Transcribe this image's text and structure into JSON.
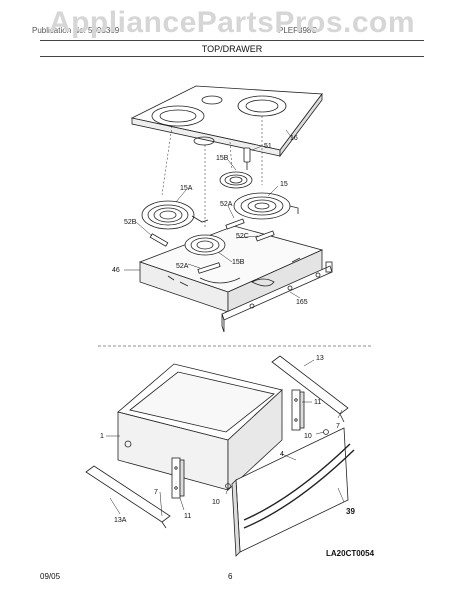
{
  "header": {
    "watermark": "AppliancePartsPros.com",
    "line_left": "Publication No. 5995369",
    "line_right": "PLEF398C",
    "section_title": "TOP/DRAWER"
  },
  "callouts": {
    "c16": "16",
    "c51": "51",
    "c15B_top": "15B",
    "c15A": "15A",
    "c15": "15",
    "c52A_top": "52A",
    "c52B": "52B",
    "c52C": "52C",
    "c15B_bottom": "15B",
    "c52A_bottom": "52A",
    "c46": "46",
    "c165": "165",
    "c13": "13",
    "c1": "1",
    "c11_right": "11",
    "c7_right": "7",
    "c10_right": "10",
    "c4": "4",
    "c7_left": "7",
    "c11_left": "11",
    "c10_left": "10",
    "c39": "39",
    "c13A": "13A"
  },
  "figure_code": "LA20CT0054",
  "footer": {
    "date": "09/05",
    "page": "6"
  }
}
